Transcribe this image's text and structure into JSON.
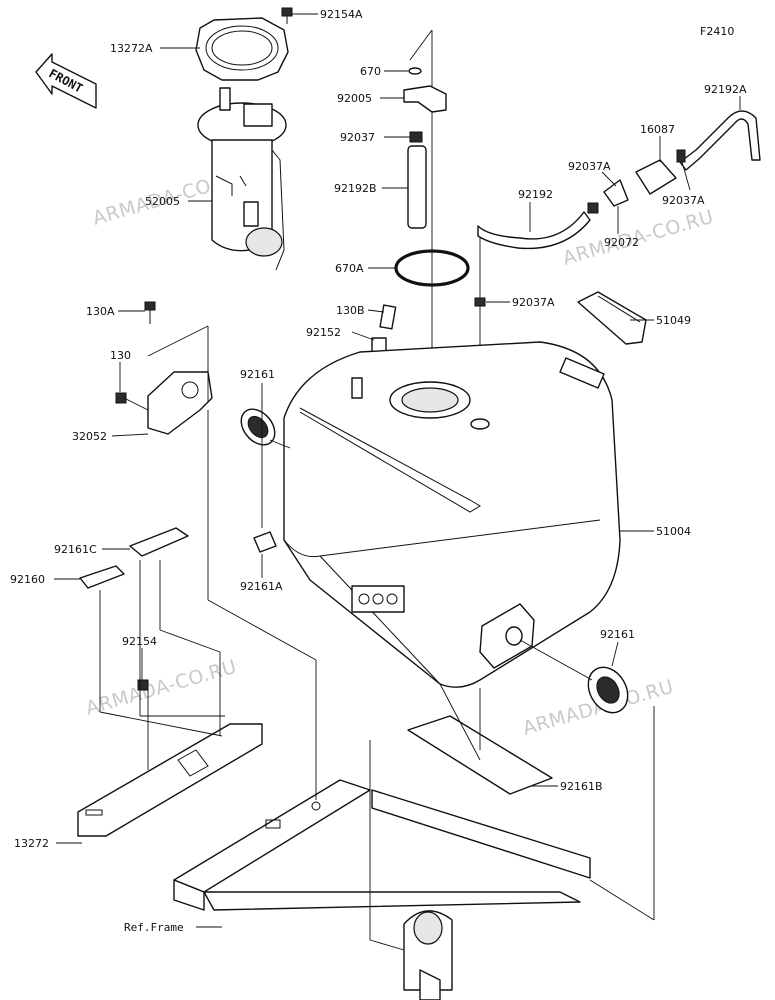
{
  "figure_code": "F2410",
  "front_label": "FRONT",
  "watermark": "ARMADA-CO.RU",
  "parts": {
    "p92154A": "92154A",
    "p13272A": "13272A",
    "p52005": "52005",
    "p670": "670",
    "p92005": "92005",
    "p92037": "92037",
    "p92192B": "92192B",
    "p670A": "670A",
    "p92192A": "92192A",
    "p16087": "16087",
    "p92037A_1": "92037A",
    "p92037A_2": "92037A",
    "p92192": "92192",
    "p92072": "92072",
    "p92037A_3": "92037A",
    "p130A": "130A",
    "p130B": "130B",
    "p92152": "92152",
    "p51049": "51049",
    "p130": "130",
    "p92161_1": "92161",
    "p32052": "32052",
    "p51004": "51004",
    "p92161C": "92161C",
    "p92160": "92160",
    "p92161A": "92161A",
    "p92154": "92154",
    "p92161_2": "92161",
    "p92161B": "92161B",
    "p13272": "13272",
    "ref_frame": "Ref.Frame"
  }
}
